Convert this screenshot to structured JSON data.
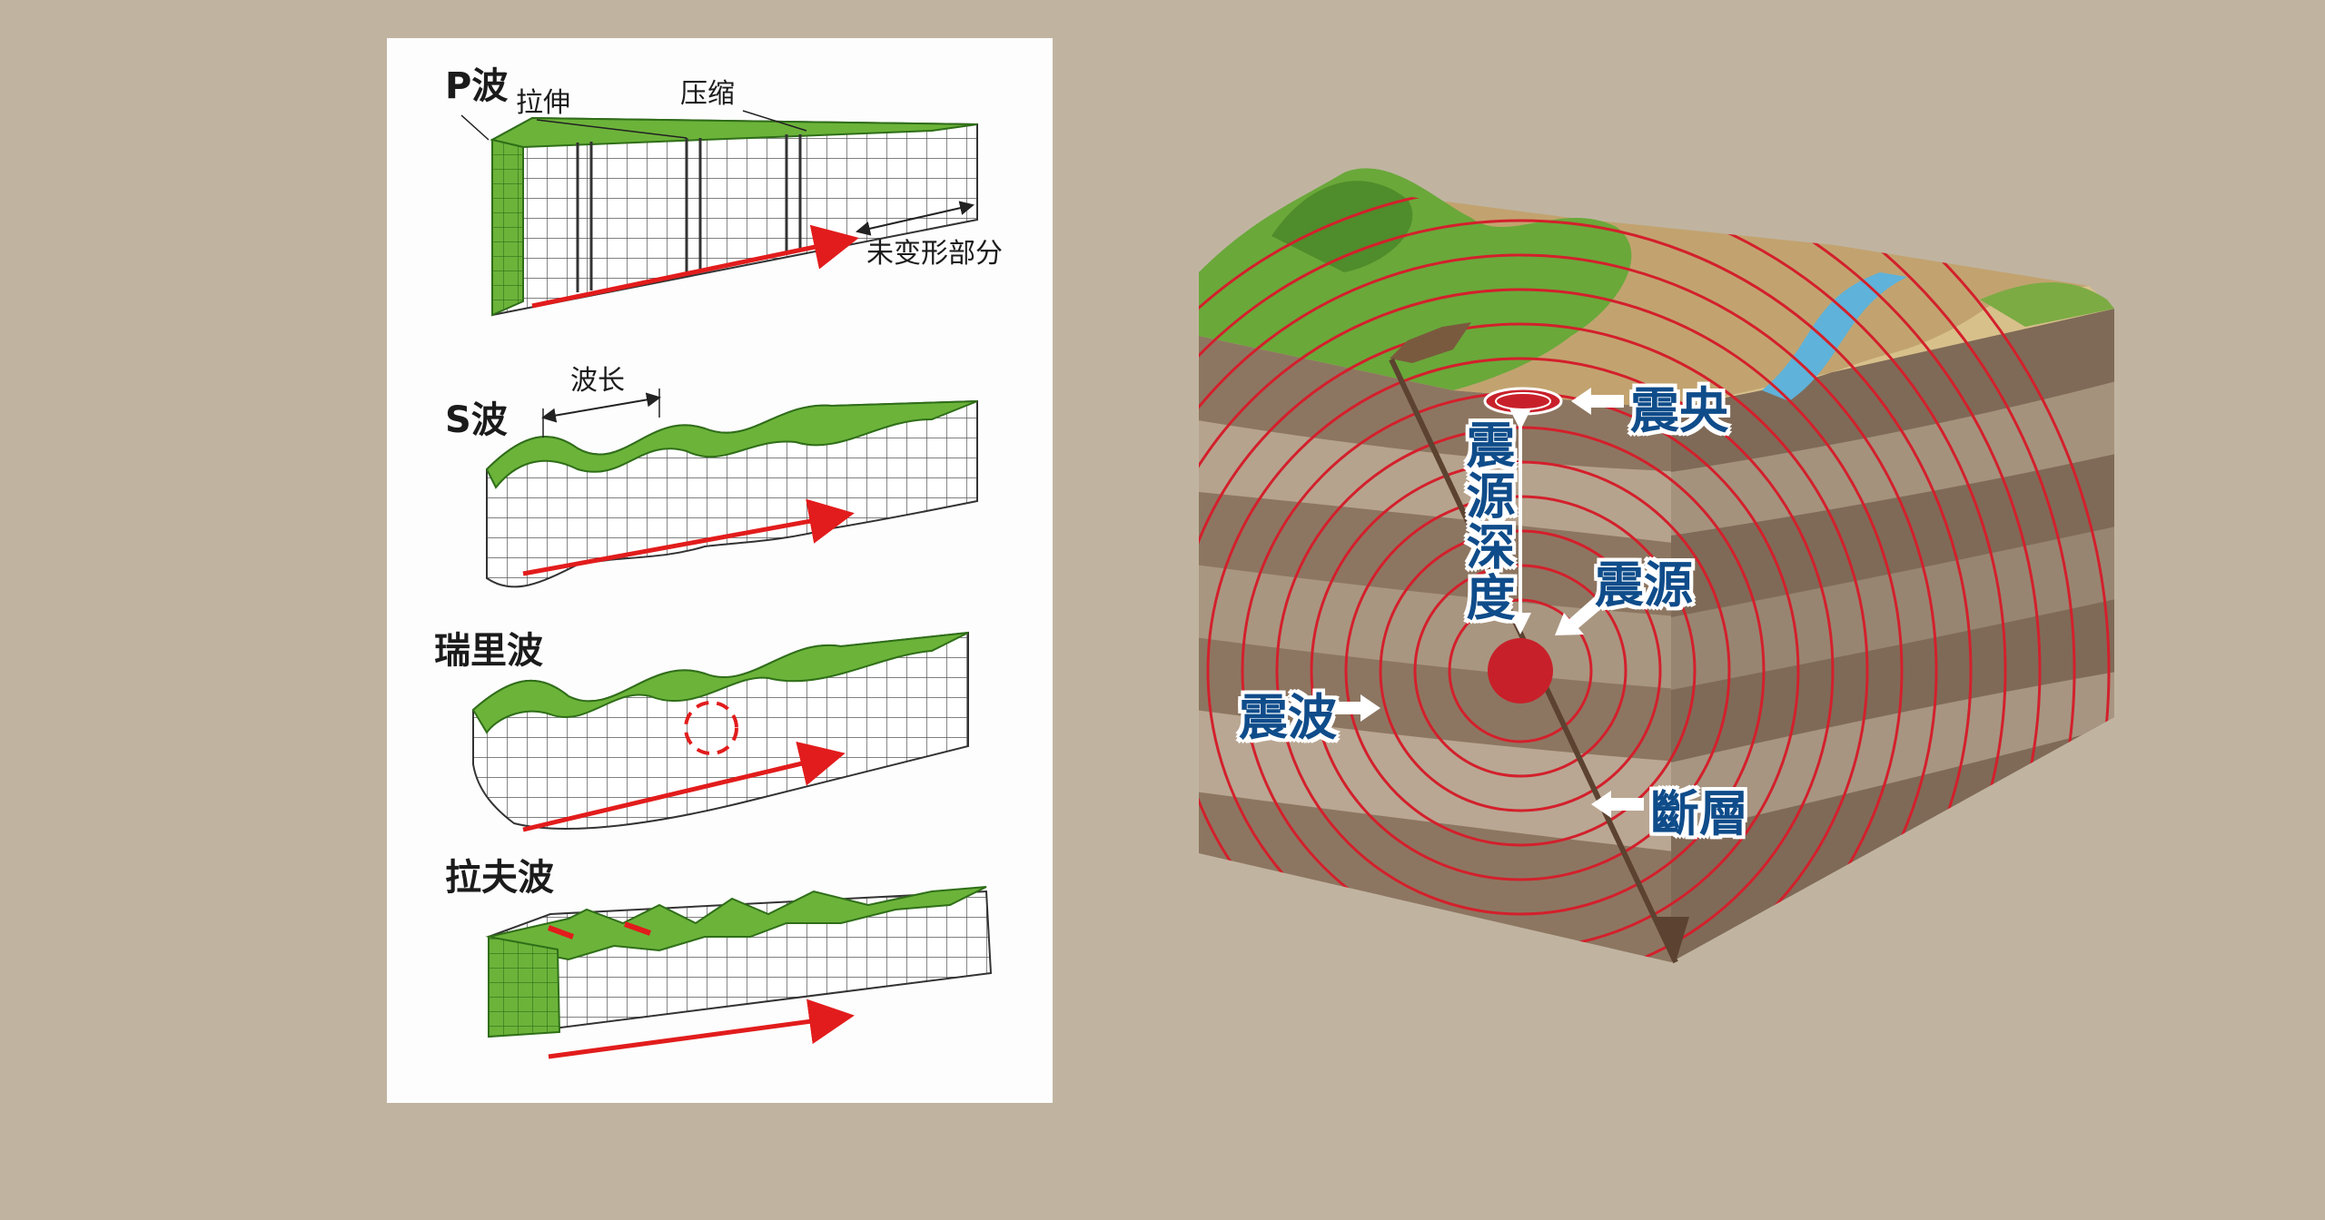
{
  "wave_panel": {
    "p_wave": {
      "title": "P波",
      "stretch": "拉伸",
      "compress": "压缩",
      "undeformed": "未变形部分"
    },
    "s_wave": {
      "title": "S波",
      "wavelength": "波长"
    },
    "rayleigh_wave": {
      "title": "瑞里波"
    },
    "love_wave": {
      "title": "拉夫波"
    }
  },
  "earthquake_diagram": {
    "epicenter": "震央",
    "focal_depth": "震源深度",
    "hypocenter": "震源",
    "seismic_wave": "震波",
    "fault": "斷層"
  },
  "colors": {
    "background": "#c0b4a1",
    "grass": "#6cb33a",
    "wave_arrow": "#e21c1c",
    "label_blue": "#0f4c8a",
    "focus_red": "#c8202a"
  }
}
